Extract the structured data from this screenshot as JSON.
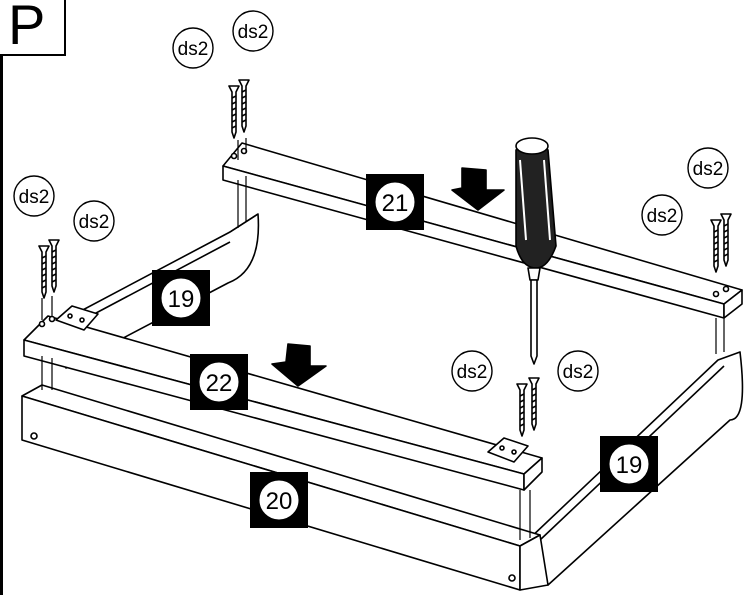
{
  "step": {
    "letter": "P"
  },
  "hardware": [
    {
      "id": "ds2-a",
      "label": "ds2"
    },
    {
      "id": "ds2-b",
      "label": "ds2"
    },
    {
      "id": "ds2-c",
      "label": "ds2"
    },
    {
      "id": "ds2-d",
      "label": "ds2"
    },
    {
      "id": "ds2-e",
      "label": "ds2"
    },
    {
      "id": "ds2-f",
      "label": "ds2"
    },
    {
      "id": "ds2-g",
      "label": "ds2"
    },
    {
      "id": "ds2-h",
      "label": "ds2"
    }
  ],
  "parts": [
    {
      "id": "part-21",
      "label": "21"
    },
    {
      "id": "part-19-left",
      "label": "19"
    },
    {
      "id": "part-22",
      "label": "22"
    },
    {
      "id": "part-20",
      "label": "20"
    },
    {
      "id": "part-19-right",
      "label": "19"
    }
  ],
  "icons": [
    "screwdriver-icon",
    "screw-icon",
    "down-arrow-icon",
    "bracket-icon"
  ]
}
